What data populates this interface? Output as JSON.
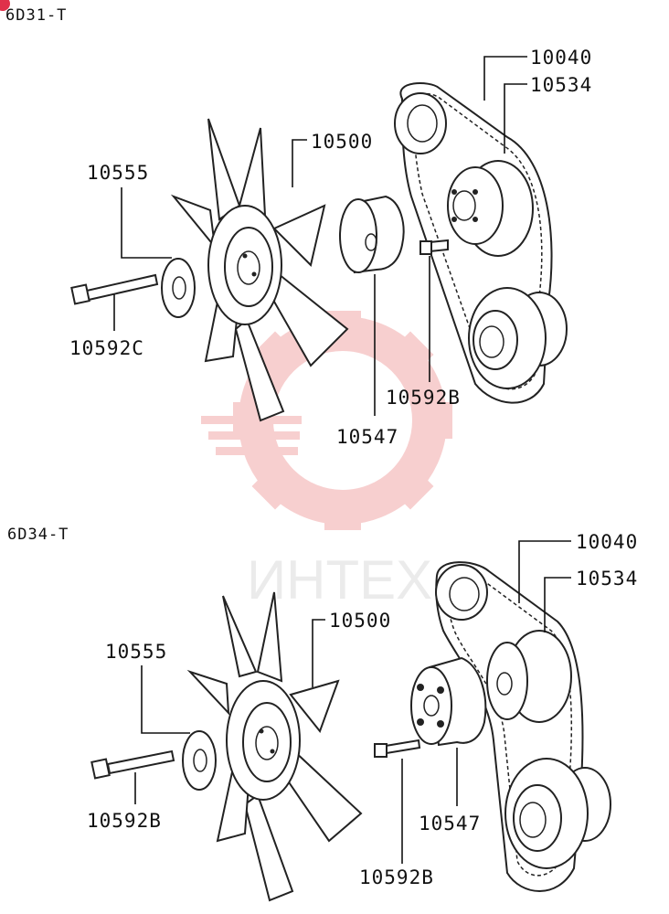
{
  "watermark": {
    "text": "ИНТЕХ",
    "color": "#f2a9a9"
  },
  "badge": {
    "color": "#e0304a"
  },
  "sections": [
    {
      "engine": "6D31-T",
      "labels": {
        "belt": "10040",
        "pulley": "10534",
        "fan": "10500",
        "spacer_plate": "10555",
        "spacer": "10547",
        "bolt_long": "10592C",
        "bolt_short": "10592B"
      }
    },
    {
      "engine": "6D34-T",
      "labels": {
        "belt": "10040",
        "pulley": "10534",
        "fan": "10500",
        "spacer_plate": "10555",
        "spacer": "10547",
        "bolt_long": "10592B",
        "bolt_short": "10592B"
      }
    }
  ]
}
